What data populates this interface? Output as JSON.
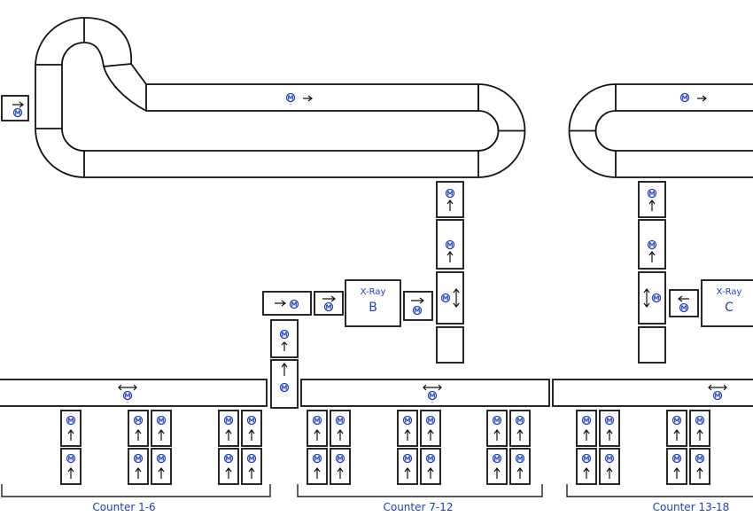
{
  "icons": {
    "motor": "motor-icon",
    "arrow": "arrow-icon",
    "bidirectional": "bidirectional-arrow-icon"
  },
  "colors": {
    "line": "#111111",
    "motor": "#1f3fbf",
    "text": "#1f3fbf",
    "background": "#ffffff"
  },
  "xray_units": [
    {
      "title": "X-Ray",
      "id": "B"
    },
    {
      "title": "X-Ray",
      "id": "C"
    }
  ],
  "counter_groups": [
    {
      "label": "Counter 1-6"
    },
    {
      "label": "Counter 7-12"
    },
    {
      "label": "Counter 13-18"
    }
  ]
}
